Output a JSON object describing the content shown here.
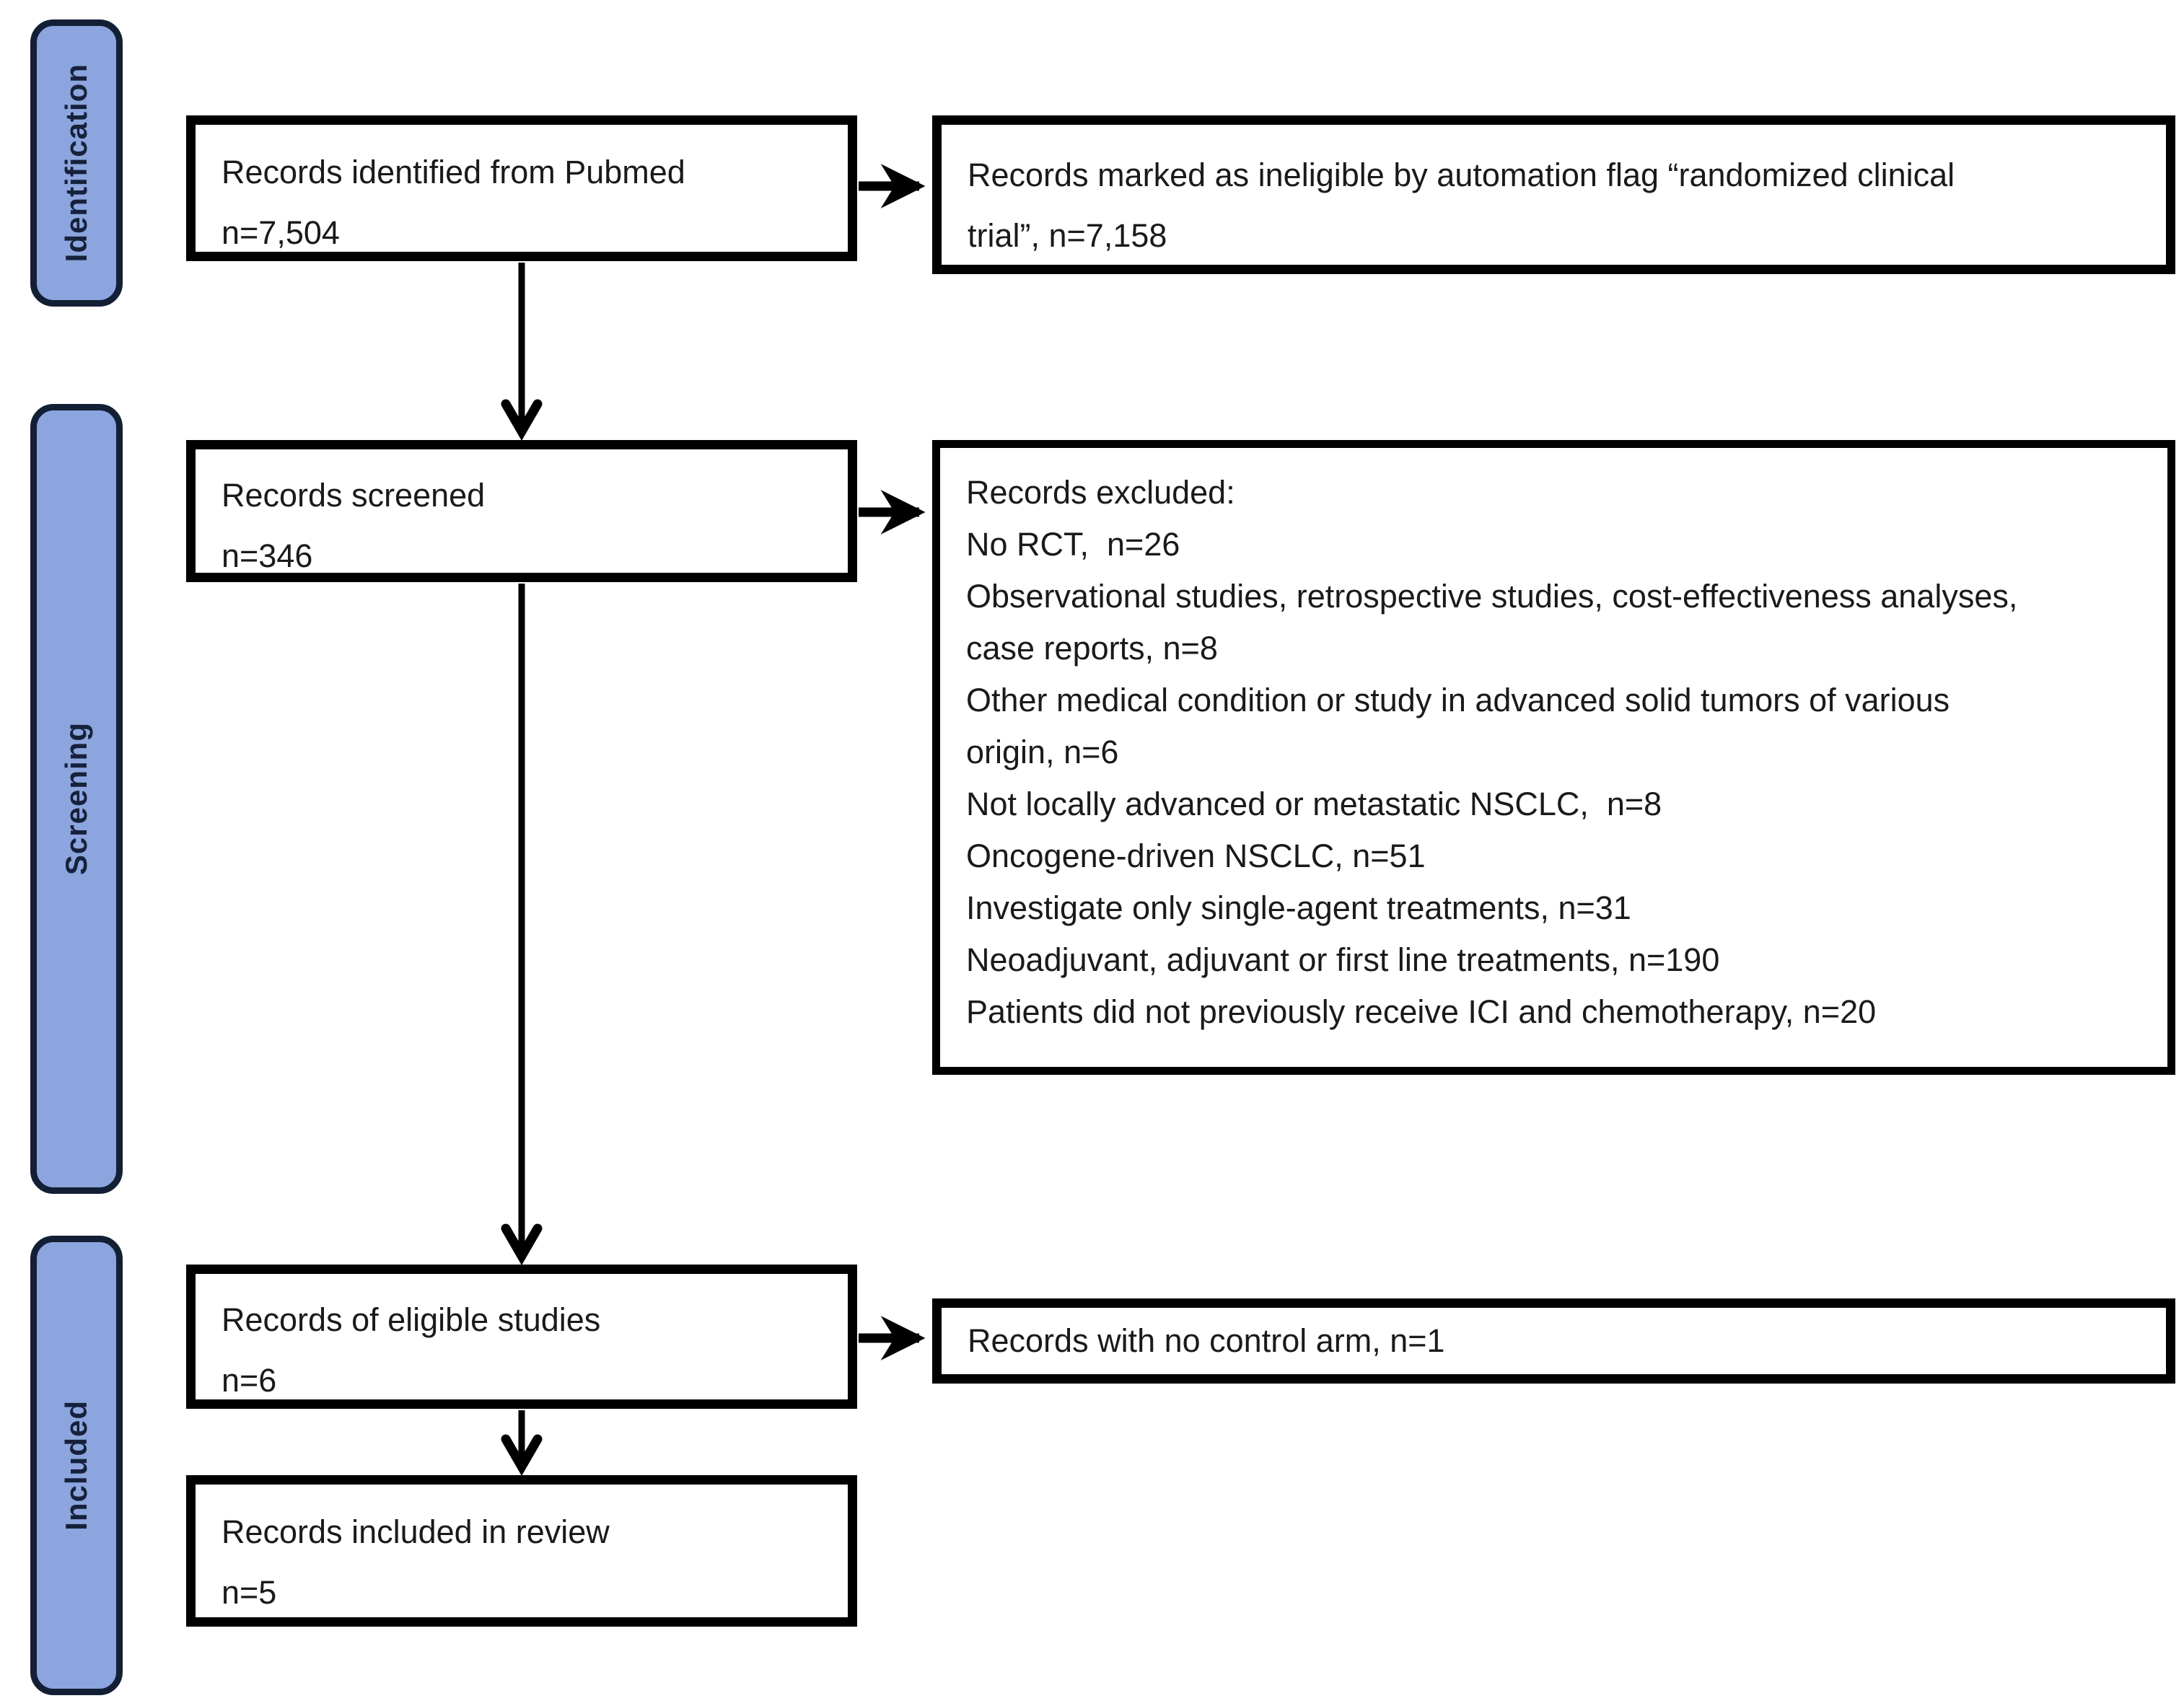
{
  "palette": {
    "background": "#ffffff",
    "stage_fill": "#8CA5DE",
    "stage_border": "#131f35",
    "stage_text": "#16213b",
    "box_border": "#000000",
    "box_fill": "#ffffff",
    "box_text": "#1a1a1a",
    "arrow": "#000000"
  },
  "sidebar": {
    "stages": [
      {
        "label": "Identification"
      },
      {
        "label": "Screening"
      },
      {
        "label": "Included"
      }
    ]
  },
  "flow": {
    "identified": {
      "line1": "Records identified from Pubmed",
      "line2": "n=7,504"
    },
    "ineligible": {
      "text": "Records marked as ineligible by automation flag “randomized clinical trial”, n=7,158"
    },
    "screened": {
      "line1": "Records screened",
      "line2": "n=346"
    },
    "excluded": {
      "title": "Records excluded:",
      "items": [
        "No RCT,  n=26",
        "Observational studies, retrospective studies, cost-effectiveness analyses, case reports, n=8",
        "Other medical condition or study in advanced solid tumors of various origin, n=6",
        "Not locally advanced or metastatic NSCLC,  n=8",
        "Oncogene-driven NSCLC, n=51",
        "Investigate only single-agent treatments, n=31",
        "Neoadjuvant, adjuvant or first line treatments, n=190",
        "Patients did not previously receive ICI and chemotherapy, n=20"
      ]
    },
    "eligible": {
      "line1": "Records of eligible studies",
      "line2": "n=6"
    },
    "no_control_arm": {
      "text": "Records with no control arm, n=1"
    },
    "included_review": {
      "line1": "Records included in review",
      "line2": "n=5"
    }
  }
}
